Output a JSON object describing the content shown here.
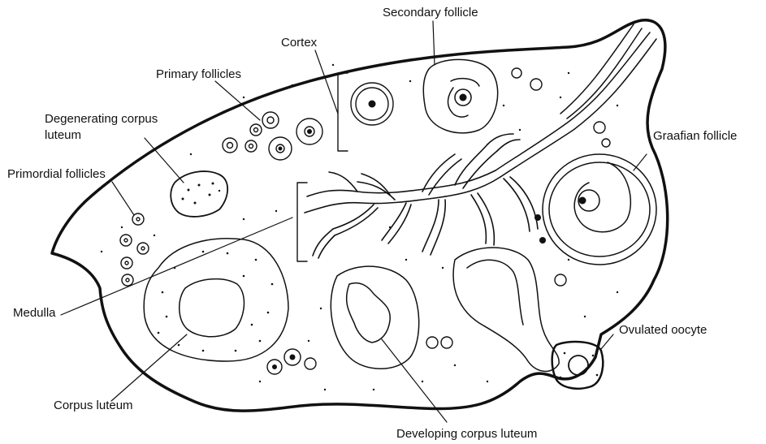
{
  "labels": {
    "secondary_follicle": "Secondary follicle",
    "cortex": "Cortex",
    "primary_follicles": "Primary follicles",
    "degenerating_line1": "Degenerating corpus",
    "degenerating_line2": "luteum",
    "primordial_follicles": "Primordial follicles",
    "graafian_follicle": "Graafian follicle",
    "medulla": "Medulla",
    "ovulated_oocyte": "Ovulated oocyte",
    "corpus_luteum": "Corpus luteum",
    "developing_corpus_luteum": "Developing corpus luteum"
  },
  "colors": {
    "line": "#111111",
    "background": "#ffffff"
  }
}
